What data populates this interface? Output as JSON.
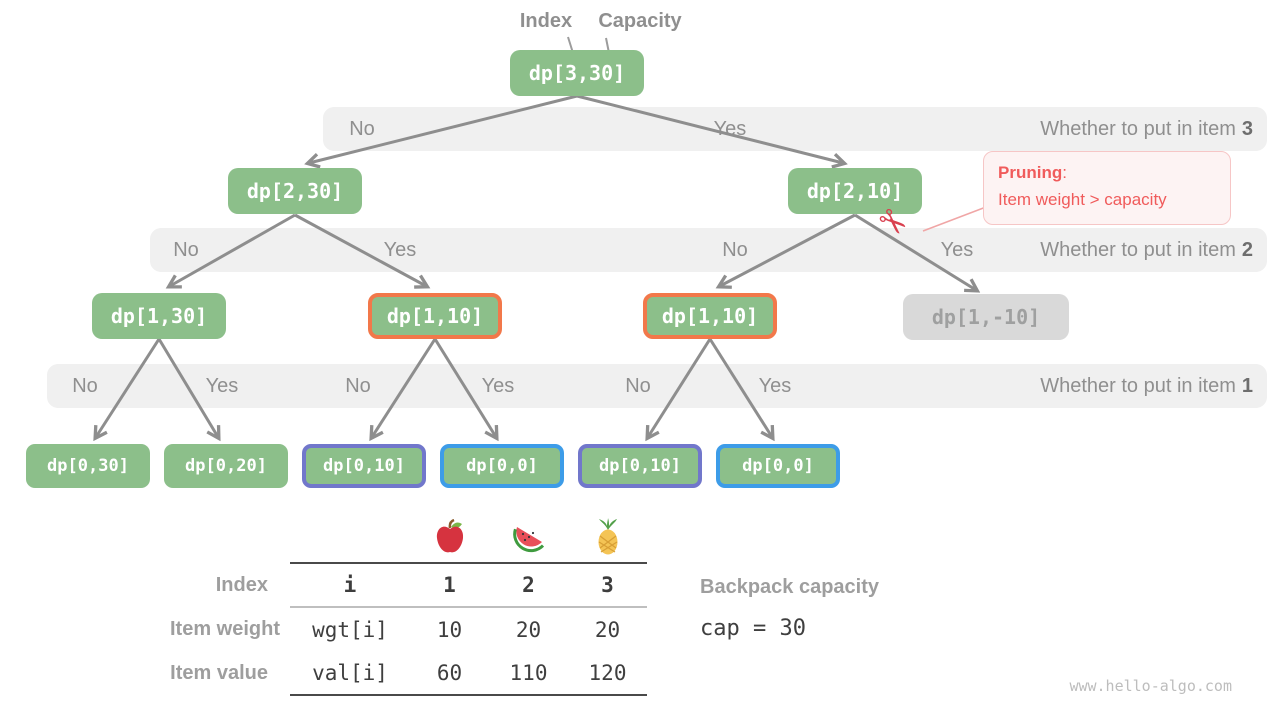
{
  "header": {
    "index_label": "Index",
    "capacity_label": "Capacity"
  },
  "tree": {
    "nodes": [
      {
        "label": "dp[3,30]",
        "style": "green"
      },
      {
        "label": "dp[2,30]",
        "style": "green"
      },
      {
        "label": "dp[2,10]",
        "style": "green"
      },
      {
        "label": "dp[1,30]",
        "style": "green"
      },
      {
        "label": "dp[1,10]",
        "style": "orange-border"
      },
      {
        "label": "dp[1,10]",
        "style": "orange-border"
      },
      {
        "label": "dp[1,-10]",
        "style": "gray-pruned"
      },
      {
        "label": "dp[0,30]",
        "style": "green"
      },
      {
        "label": "dp[0,20]",
        "style": "green"
      },
      {
        "label": "dp[0,10]",
        "style": "purple-border"
      },
      {
        "label": "dp[0,0]",
        "style": "blue-border"
      },
      {
        "label": "dp[0,10]",
        "style": "purple-border"
      },
      {
        "label": "dp[0,0]",
        "style": "blue-border"
      }
    ]
  },
  "bands": [
    {
      "labels": [
        "No",
        "Yes"
      ],
      "question": "Whether to put in item",
      "item": "3"
    },
    {
      "labels": [
        "No",
        "Yes",
        "No",
        "Yes"
      ],
      "question": "Whether to put in item",
      "item": "2"
    },
    {
      "labels": [
        "No",
        "Yes",
        "No",
        "Yes",
        "No",
        "Yes"
      ],
      "question": "Whether to put in item",
      "item": "1"
    }
  ],
  "pruning": {
    "title": "Pruning",
    "separator": ":",
    "body": "Item weight > capacity",
    "scissors_glyph": "✂"
  },
  "table": {
    "fruits": [
      {
        "name": "apple"
      },
      {
        "name": "watermelon"
      },
      {
        "name": "pineapple"
      }
    ],
    "rows": [
      {
        "label": "Index",
        "cells": [
          "i",
          "1",
          "2",
          "3"
        ]
      },
      {
        "label": "Item weight",
        "cells": [
          "wgt[i]",
          "10",
          "20",
          "20"
        ]
      },
      {
        "label": "Item value",
        "cells": [
          "val[i]",
          "60",
          "110",
          "120"
        ]
      }
    ]
  },
  "info": {
    "capacity_title": "Backpack capacity",
    "capacity_value": "cap = 30"
  },
  "watermark": "www.hello-algo.com",
  "colors": {
    "node_green": "#8cbf8a",
    "node_gray": "#d9d9d9",
    "highlight_orange": "#f2784a",
    "highlight_purple": "#7177cb",
    "highlight_blue": "#3d9ce8",
    "band_gray": "#f0f0f0",
    "arrow_gray": "#8e8e8e",
    "pruning_red": "#f05b5b"
  }
}
